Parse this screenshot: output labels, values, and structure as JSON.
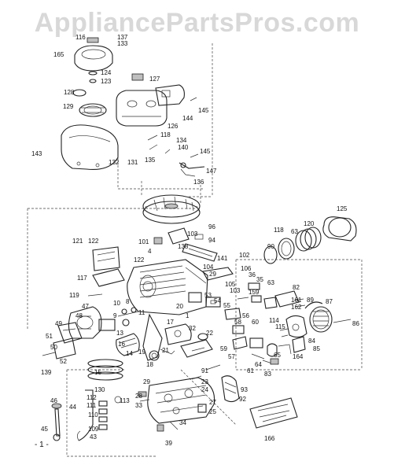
{
  "watermark": "AppliancePartsPros.com",
  "page_number": "- 1 -",
  "labels": {
    "l116": "116",
    "l137": "137",
    "l133": "133",
    "l165": "165",
    "l124": "124",
    "l123": "123",
    "l128": "128",
    "l129": "129",
    "l127": "127",
    "l126": "126",
    "l144": "144",
    "l145a": "145",
    "l118a": "118",
    "l134": "134",
    "l140": "140",
    "l145b": "145",
    "l143": "143",
    "l132": "132",
    "l131": "131",
    "l135": "135",
    "l147": "147",
    "l136": "136",
    "l125": "125",
    "l118b": "118",
    "l63a": "63",
    "l120": "120",
    "l90": "90",
    "l96": "96",
    "l103": "103",
    "l94": "94",
    "l101": "101",
    "l138": "138",
    "l121": "121",
    "l122a": "122",
    "l4": "4",
    "l141": "141",
    "l102": "102",
    "l122b": "122",
    "l117": "117",
    "l104": "104",
    "l106": "106",
    "l36": "36",
    "l29": "29",
    "l35": "35",
    "l105": "105",
    "l103b": "103",
    "l159": "159",
    "l63b": "63",
    "l82": "82",
    "l119": "119",
    "l53": "53",
    "l54": "54",
    "l55": "55",
    "l161": "161",
    "l162": "162",
    "l89": "89",
    "l87": "87",
    "l47": "47",
    "l10": "10",
    "l8": "8",
    "l9": "9",
    "l20": "20",
    "l56": "56",
    "l58": "58",
    "l60": "60",
    "l114": "114",
    "l115": "115",
    "l86": "86",
    "l49": "49",
    "l48": "48",
    "l13": "13",
    "l16": "16",
    "l17": "17",
    "l32": "32",
    "l22": "22",
    "l19": "19",
    "l51": "51",
    "l50": "50",
    "l52": "52",
    "l14": "14",
    "l18": "18",
    "l21": "21",
    "l59": "59",
    "l57": "57",
    "l64": "64",
    "l65": "65",
    "l84": "84",
    "l164": "164",
    "l139": "139",
    "l15": "15",
    "l91": "91",
    "l61": "61",
    "l83": "83",
    "l85": "85",
    "l130": "130",
    "l29b": "29",
    "l23": "23",
    "l24": "24",
    "l93": "93",
    "l46": "46",
    "l44": "44",
    "l113": "113",
    "l112": "112",
    "l111": "111",
    "l110": "110",
    "l28": "28",
    "l33": "33",
    "l27": "27",
    "l92": "92",
    "l25": "25",
    "l109": "109",
    "l34": "34",
    "l43": "43",
    "l45": "45",
    "l39": "39",
    "l166": "166",
    "l11": "11",
    "l1": "1"
  }
}
